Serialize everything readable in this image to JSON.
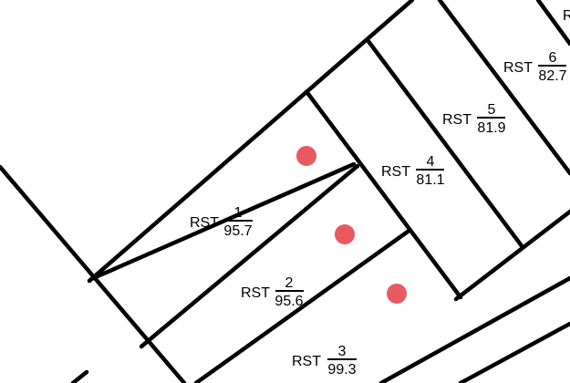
{
  "map": {
    "background": "#ffffff",
    "line_color": "#000000",
    "marker_color": "#e85a60",
    "lots": [
      {
        "prefix": "RST",
        "number": "1",
        "value": "95.7",
        "has_marker": true
      },
      {
        "prefix": "RST",
        "number": "2",
        "value": "95.6",
        "has_marker": true
      },
      {
        "prefix": "RST",
        "number": "3",
        "value": "99.3",
        "has_marker": true
      },
      {
        "prefix": "RST",
        "number": "4",
        "value": "81.1",
        "has_marker": false
      },
      {
        "prefix": "RST",
        "number": "5",
        "value": "81.9",
        "has_marker": false
      },
      {
        "prefix": "RST",
        "number": "6",
        "value": "82.7",
        "has_marker": false
      }
    ],
    "edge_label": "R"
  }
}
